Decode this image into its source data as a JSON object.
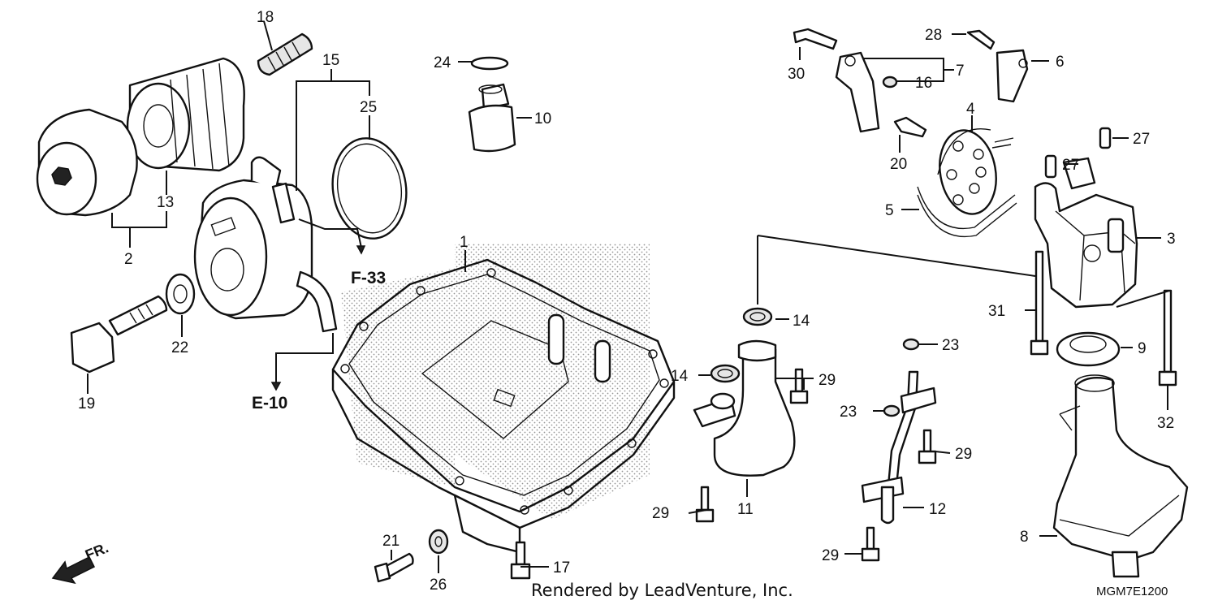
{
  "callouts": {
    "c1": "1",
    "c2": "2",
    "c3": "3",
    "c4": "4",
    "c5": "5",
    "c6": "6",
    "c7": "7",
    "c8": "8",
    "c9": "9",
    "c10": "10",
    "c11": "11",
    "c12": "12",
    "c13": "13",
    "c14a": "14",
    "c14b": "14",
    "c15": "15",
    "c16": "16",
    "c17": "17",
    "c18": "18",
    "c19": "19",
    "c20": "20",
    "c21": "21",
    "c22": "22",
    "c23a": "23",
    "c23b": "23",
    "c24": "24",
    "c25": "25",
    "c26": "26",
    "c27a": "27",
    "c27b": "27",
    "c28": "28",
    "c29a": "29",
    "c29b": "29",
    "c29c": "29",
    "c29d": "29",
    "c30": "30",
    "c31": "31",
    "c32": "32"
  },
  "refs": {
    "f33": "F-33",
    "e10": "E-10"
  },
  "direction": {
    "label": "FR."
  },
  "footer": {
    "credit": "Rendered by LeadVenture, Inc.",
    "code": "MGM7E1200"
  }
}
